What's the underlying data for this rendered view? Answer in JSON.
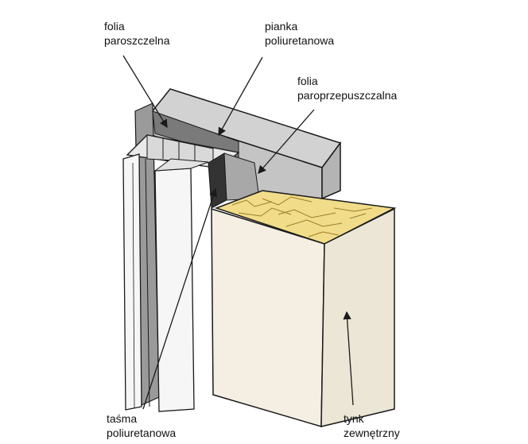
{
  "labels": {
    "vapor_barrier": [
      "folia",
      "paroszczelna"
    ],
    "pu_foam": [
      "pianka",
      "poliuretanowa"
    ],
    "vapor_permeable": [
      "folia",
      "paroprzepuszczalna"
    ],
    "pu_tape": [
      "taśma",
      "poliuretanowa"
    ],
    "render": [
      "tynk",
      "zewnętrzny"
    ]
  },
  "colors": {
    "outline": "#1a1a1a",
    "frame_grey": "#c8c8c8",
    "frame_grey_dark": "#8a8a8a",
    "window_white": "#f6f6f6",
    "insulation": "#f1dc8a",
    "plaster_front": "#f4efe2",
    "plaster_side": "#ece6d6"
  }
}
